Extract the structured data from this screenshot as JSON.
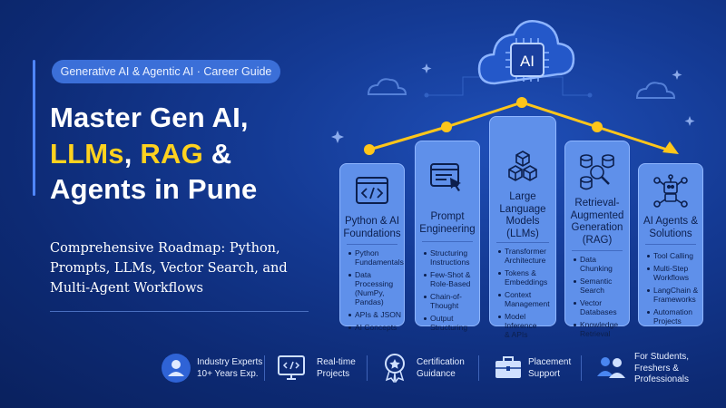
{
  "badge": "Generative AI & Agentic AI · Career Guide",
  "headline": {
    "line1": "Master Gen AI,",
    "line2_part1": "LLMs",
    "line2_part2": ", ",
    "line2_part3": "RAG",
    "line2_part4": " &",
    "line3": "Agents in Pune"
  },
  "subtitle": {
    "line1": "Comprehensive Roadmap: Python,",
    "line2": "Prompts, LLMs, Vector Search, and",
    "line3": "Multi-Agent Workflows"
  },
  "cloud_label": "AI",
  "cards": [
    {
      "title": [
        "Python & AI",
        "Foundations"
      ],
      "icon": "code-window-icon",
      "items": [
        [
          "Python",
          "Fundamentals"
        ],
        [
          "Data Processing",
          "(NumPy, Pandas)"
        ],
        [
          "APIs & JSON"
        ],
        [
          "AI Concepts"
        ]
      ]
    },
    {
      "title": [
        "Prompt",
        "Engineering"
      ],
      "icon": "browser-cursor-icon",
      "items": [
        [
          "Structuring",
          "Instructions"
        ],
        [
          "Few-Shot &",
          "Role-Based"
        ],
        [
          "Chain-of-Thought"
        ],
        [
          "Output",
          "Structuring"
        ]
      ]
    },
    {
      "title": [
        "Large",
        "Language",
        "Models",
        "(LLMs)"
      ],
      "icon": "cubes-icon",
      "items": [
        [
          "Transformer",
          "Architecture"
        ],
        [
          "Tokens &",
          "Embeddings"
        ],
        [
          "Context",
          "Management"
        ],
        [
          "Model Inference",
          "& APIs"
        ]
      ]
    },
    {
      "title": [
        "Retrieval-",
        "Augmented",
        "Generation",
        "(RAG)"
      ],
      "icon": "database-search-icon",
      "items": [
        [
          "Data Chunking"
        ],
        [
          "Semantic",
          "Search"
        ],
        [
          "Vector",
          "Databases"
        ],
        [
          "Knowledge",
          "Retrieval"
        ]
      ]
    },
    {
      "title": [
        "AI Agents &",
        "Solutions"
      ],
      "icon": "robot-network-icon",
      "items": [
        [
          "Tool Calling"
        ],
        [
          "Multi-Step",
          "Workflows"
        ],
        [
          "LangChain &",
          "Frameworks"
        ],
        [
          "Automation",
          "Projects"
        ]
      ]
    }
  ],
  "features": [
    {
      "lines": [
        "Industry Experts",
        "10+ Years Exp."
      ],
      "icon": "expert-user-icon"
    },
    {
      "lines": [
        "Real-time",
        "Projects"
      ],
      "icon": "monitor-code-icon"
    },
    {
      "lines": [
        "Certification",
        "Guidance"
      ],
      "icon": "award-badge-icon"
    },
    {
      "lines": [
        "Placement",
        "Support"
      ],
      "icon": "briefcase-icon"
    },
    {
      "lines": [
        "For Students,",
        "Freshers &",
        "Professionals"
      ],
      "icon": "group-users-icon"
    }
  ],
  "colors": {
    "accent_yellow": "#ffd21f",
    "card_fill": "#5f90ea",
    "card_border": "#8fb6ff",
    "background": "#143a94"
  }
}
